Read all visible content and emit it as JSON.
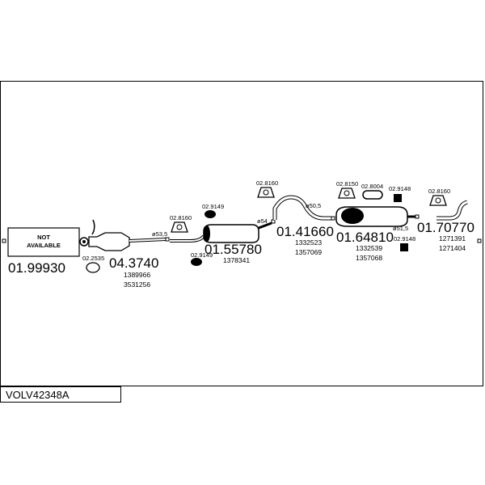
{
  "title": "VOLV42348A",
  "parts": {
    "p1": {
      "number": "01.99930",
      "note_line1": "NOT",
      "note_line2": "AVAILABLE"
    },
    "p2": {
      "number": "04.3740",
      "ref1": "1389966",
      "ref2": "3531256"
    },
    "p3": {
      "number": "01.55780",
      "ref1": "1378341"
    },
    "p4": {
      "number": "01.41660",
      "ref1": "1332523",
      "ref2": "1357069"
    },
    "p5": {
      "number": "01.64810",
      "ref1": "1332539",
      "ref2": "1357068"
    },
    "p6": {
      "number": "01.70770",
      "ref1": "1271391",
      "ref2": "1271404"
    }
  },
  "fittings": {
    "f_2535": "02.2535",
    "f_8160_a": "02.8160",
    "f_9149_a": "02.9149",
    "f_9149_b": "02.9149",
    "f_8160_b": "02.8160",
    "f_8150": "02.8150",
    "f_8004": "02.8004",
    "f_9148_a": "02.9148",
    "f_9148_b": "02.9148",
    "f_8160_c": "02.8160"
  },
  "diameters": {
    "d1": "ø53,5",
    "d2": "ø54",
    "d3": "ø50,5",
    "d4": "ø51,5"
  },
  "colors": {
    "line": "#000000",
    "background": "#ffffff"
  }
}
